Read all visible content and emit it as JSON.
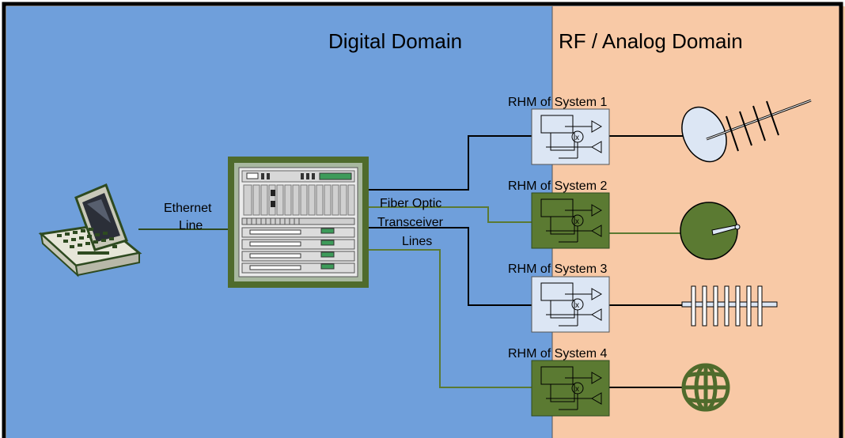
{
  "domains": {
    "digital_label": "Digital Domain",
    "rf_label": "RF / Analog Domain"
  },
  "links": {
    "ethernet_line1": "Ethernet",
    "ethernet_line2": "Line",
    "fiber_line1": "Fiber Optic",
    "fiber_line2": "Transceiver",
    "fiber_line3": "Lines"
  },
  "rhm": [
    {
      "label": "RHM of System 1",
      "style": "light",
      "antenna": "yagi"
    },
    {
      "label": "RHM of System 2",
      "style": "green",
      "antenna": "dish-green"
    },
    {
      "label": "RHM of System 3",
      "style": "light",
      "antenna": "log-periodic"
    },
    {
      "label": "RHM of System 4",
      "style": "green",
      "antenna": "globe"
    }
  ],
  "colors": {
    "digital_bg": "#6f9fdb",
    "rf_bg": "#f8c9a6",
    "rhm_light": "#dce6f4",
    "rhm_green": "#5b7a32",
    "line_black": "#000000",
    "line_green": "#5b7a32"
  }
}
